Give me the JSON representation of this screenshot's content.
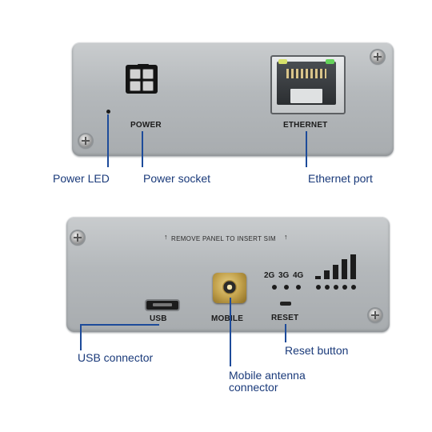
{
  "top_panel": {
    "port_labels": {
      "power": "POWER",
      "ethernet": "ETHERNET"
    },
    "callouts": {
      "power_led": "Power LED",
      "power_socket": "Power socket",
      "ethernet_port": "Ethernet port"
    }
  },
  "bottom_panel": {
    "notice": "REMOVE PANEL TO INSERT SIM",
    "notice_arrows": [
      "↑",
      "↑"
    ],
    "port_labels": {
      "usb": "USB",
      "mobile": "MOBILE",
      "reset": "RESET"
    },
    "network_labels": [
      "2G",
      "3G",
      "4G"
    ],
    "callouts": {
      "usb_connector": "USB connector",
      "reset_button": "Reset button",
      "mobile_antenna_line1": "Mobile antenna",
      "mobile_antenna_line2": "connector"
    }
  },
  "colors": {
    "callout_text": "#1a3a7a",
    "callout_line": "#1d4b9a",
    "panel": "#b4b8bb",
    "ethernet_led_left": "#d6e06a",
    "ethernet_led_right": "#64d35a"
  }
}
